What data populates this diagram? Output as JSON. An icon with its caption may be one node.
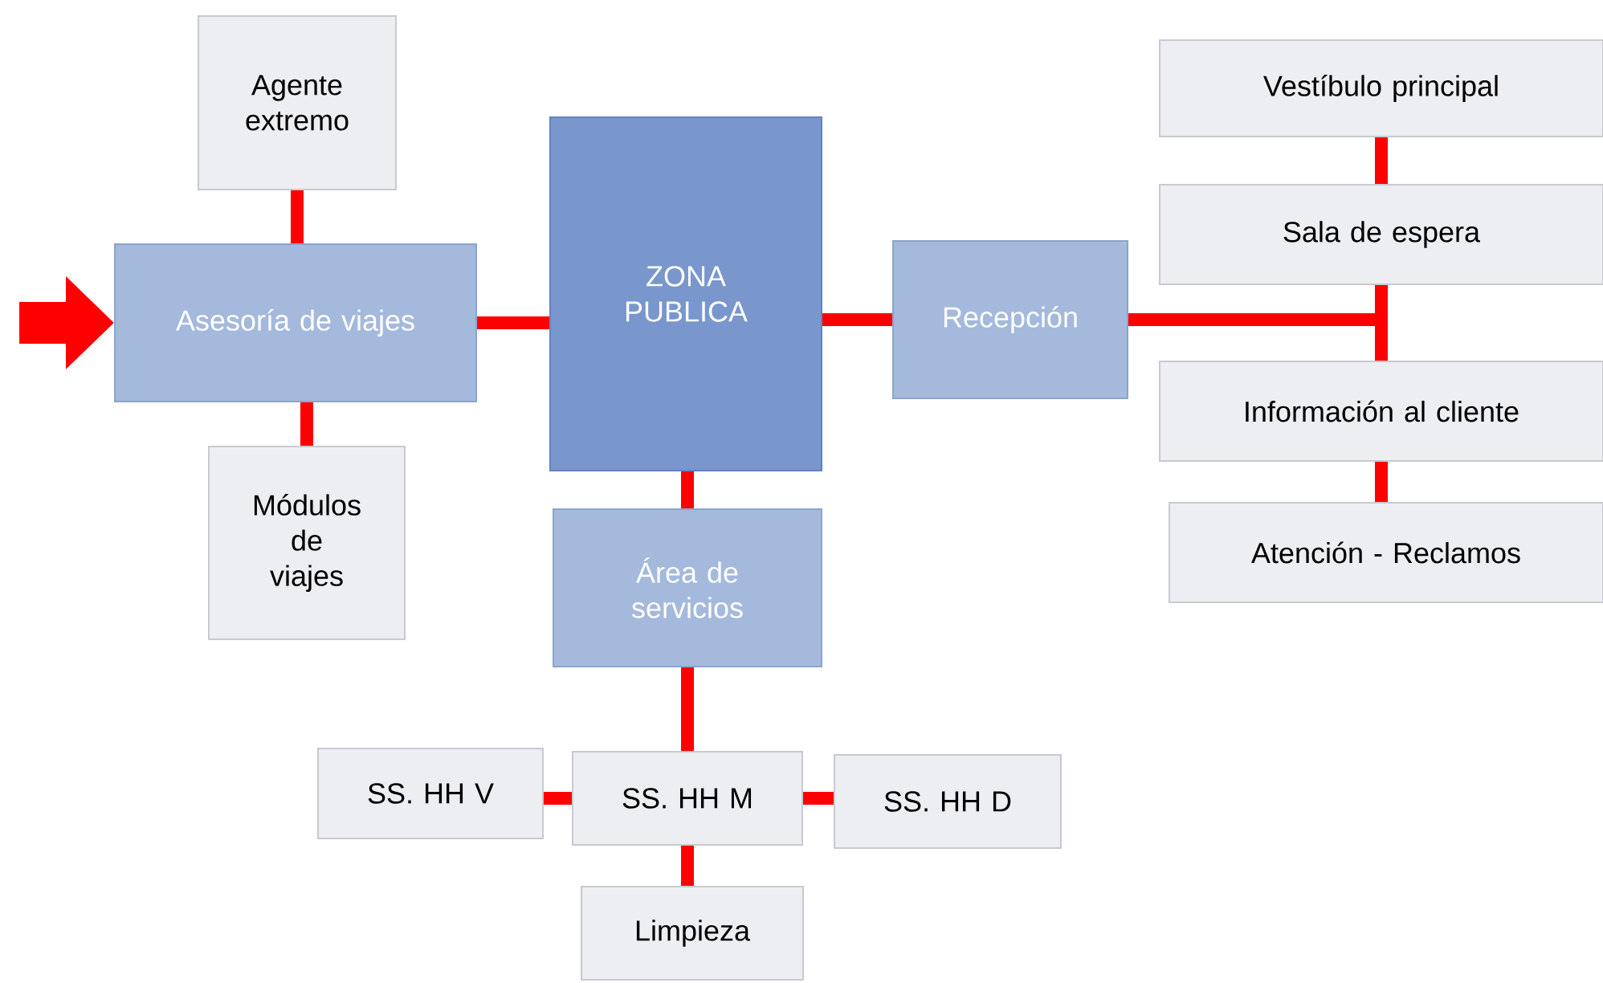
{
  "diagram": {
    "nodes": [
      {
        "text": [
          "Agente extremo"
        ]
      },
      {
        "text": [
          "Asesoría de viajes"
        ]
      },
      {
        "text": [
          "Módulos de viajes"
        ]
      },
      {
        "text": [
          "ZONA PUBLICA"
        ]
      },
      {
        "text": [
          "Recepción"
        ]
      },
      {
        "text": [
          "Vestíbulo principal"
        ]
      },
      {
        "text": [
          "Sala de espera"
        ]
      },
      {
        "text": [
          "Información al cliente"
        ]
      },
      {
        "text": [
          "Atención - Reclamos"
        ]
      },
      {
        "text": [
          "Área de servicios"
        ]
      },
      {
        "text": [
          "SS. HH V"
        ]
      },
      {
        "text": [
          "SS. HH M"
        ]
      },
      {
        "text": [
          "SS. HH D"
        ]
      },
      {
        "text": [
          "Limpieza"
        ]
      }
    ],
    "edges": [
      {
        "from": 0,
        "to": 1,
        "arrow": "none"
      },
      {
        "from": 1,
        "to": 2,
        "arrow": "none"
      },
      {
        "from": 1,
        "to": 3,
        "arrow": "none"
      },
      {
        "from": 3,
        "to": 4,
        "arrow": "none"
      },
      {
        "from": 3,
        "to": 9,
        "arrow": "none"
      },
      {
        "from": 9,
        "to": 11,
        "arrow": "none"
      },
      {
        "from": 11,
        "to": 10,
        "arrow": "none"
      },
      {
        "from": 11,
        "to": 12,
        "arrow": "none"
      },
      {
        "from": 11,
        "to": 13,
        "arrow": "none"
      },
      {
        "from": 4,
        "to": 7,
        "arrow": "none"
      },
      {
        "from": 5,
        "to": 6,
        "arrow": "none"
      },
      {
        "from": 6,
        "to": 7,
        "arrow": "none"
      },
      {
        "from": 7,
        "to": 8,
        "arrow": "none"
      },
      {
        "from": null,
        "to": 1,
        "arrow": "to",
        "style": "thick"
      }
    ]
  }
}
